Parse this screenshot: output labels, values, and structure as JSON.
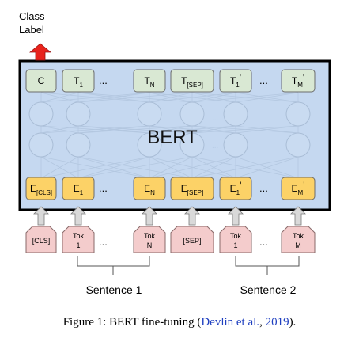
{
  "output_label": {
    "line1": "Class",
    "line2": "Label"
  },
  "model_name": "BERT",
  "outputs": [
    {
      "main": "C",
      "sub": "",
      "prime": ""
    },
    {
      "main": "T",
      "sub": "1",
      "prime": ""
    },
    {
      "main": "T",
      "sub": "N",
      "prime": ""
    },
    {
      "main": "T",
      "sub": "[SEP]",
      "prime": ""
    },
    {
      "main": "T",
      "sub": "1",
      "prime": "'"
    },
    {
      "main": "T",
      "sub": "M",
      "prime": "'"
    }
  ],
  "embeddings": [
    {
      "main": "E",
      "sub": "[CLS]",
      "prime": ""
    },
    {
      "main": "E",
      "sub": "1",
      "prime": ""
    },
    {
      "main": "E",
      "sub": "N",
      "prime": ""
    },
    {
      "main": "E",
      "sub": "[SEP]",
      "prime": ""
    },
    {
      "main": "E",
      "sub": "1",
      "prime": "'"
    },
    {
      "main": "E",
      "sub": "M",
      "prime": "'"
    }
  ],
  "tokens": [
    {
      "line1": "[CLS]",
      "line2": ""
    },
    {
      "line1": "Tok",
      "line2": "1"
    },
    {
      "line1": "Tok",
      "line2": "N"
    },
    {
      "line1": "[SEP]",
      "line2": ""
    },
    {
      "line1": "Tok",
      "line2": "1"
    },
    {
      "line1": "Tok",
      "line2": "M"
    }
  ],
  "ellipsis": "...",
  "faint_ellipsis": "...",
  "sentences": [
    "Sentence 1",
    "Sentence 2"
  ],
  "caption": {
    "prefix": "Figure 1: BERT fine-tuning (",
    "cite_author": "Devlin et al.",
    "sep": ", ",
    "cite_year": "2019",
    "suffix": ")."
  },
  "colors": {
    "panel": "#c5d8f0",
    "output_box": "#d9e8d3",
    "embed_box": "#fcd267",
    "token_box": "#f4cccc",
    "arrow_red": "#e8231c",
    "arrow_gray": "#d9d9d9"
  }
}
